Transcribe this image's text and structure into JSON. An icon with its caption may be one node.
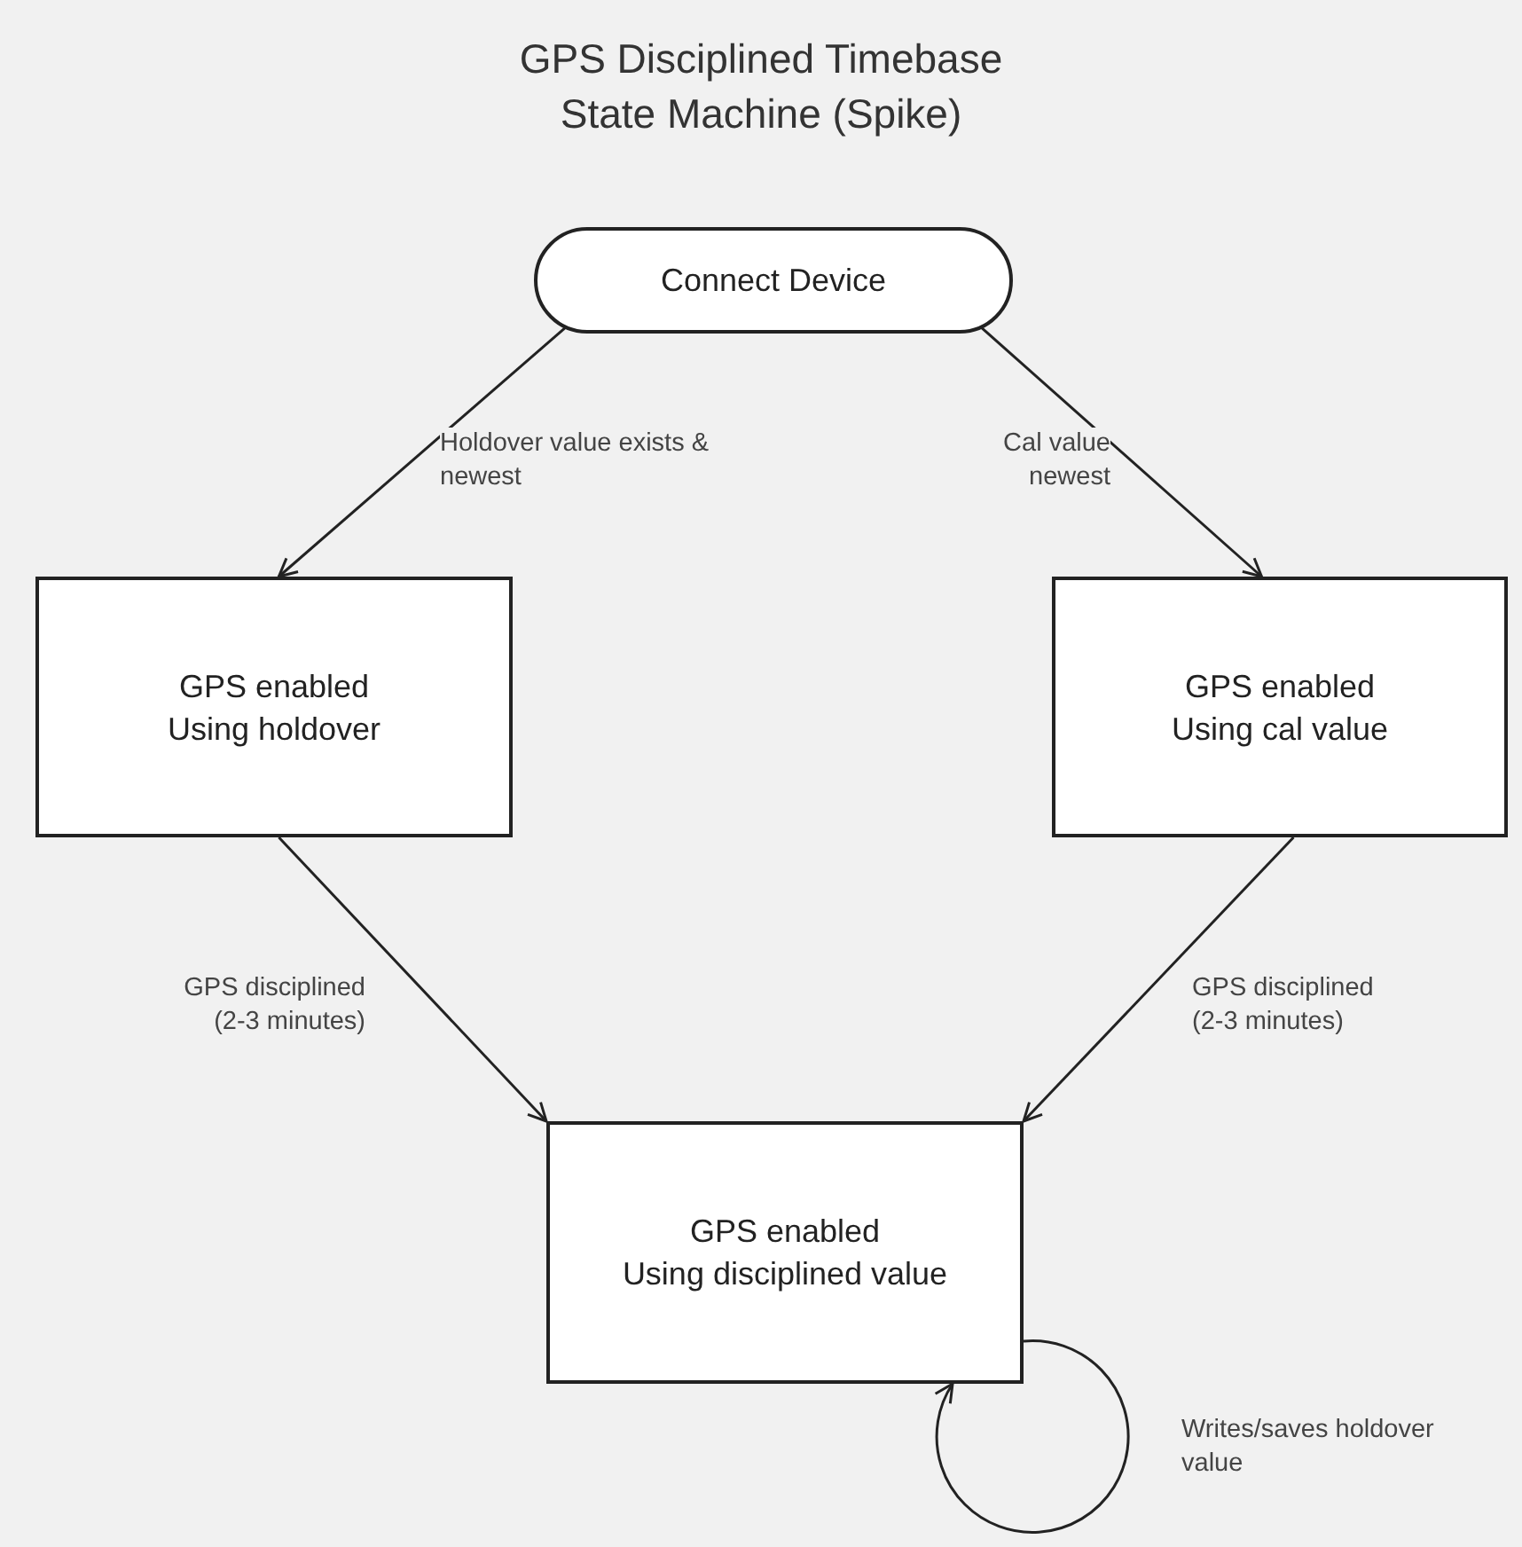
{
  "diagram": {
    "title": "GPS Disciplined Timebase State Machine (Spike)",
    "nodes": [
      {
        "text": [
          "Connect Device"
        ]
      },
      {
        "text": [
          "GPS enabled Using holdover"
        ]
      },
      {
        "text": [
          "GPS enabled Using cal value"
        ]
      },
      {
        "text": [
          "GPS enabled Using disciplined value"
        ]
      }
    ],
    "edges": [
      {
        "from": 0,
        "to": 1,
        "arrow": "to",
        "label": "Holdover value exists & newest"
      },
      {
        "from": 0,
        "to": 2,
        "arrow": "to",
        "label": "Cal value newest"
      },
      {
        "from": 1,
        "to": 3,
        "arrow": "to",
        "label": "GPS disciplined (2-3 minutes)"
      },
      {
        "from": 2,
        "to": 3,
        "arrow": "to",
        "label": "GPS disciplined (2-3 minutes)"
      },
      {
        "from": 3,
        "to": 3,
        "arrow": "to",
        "label": "Writes/saves holdover value"
      }
    ]
  }
}
